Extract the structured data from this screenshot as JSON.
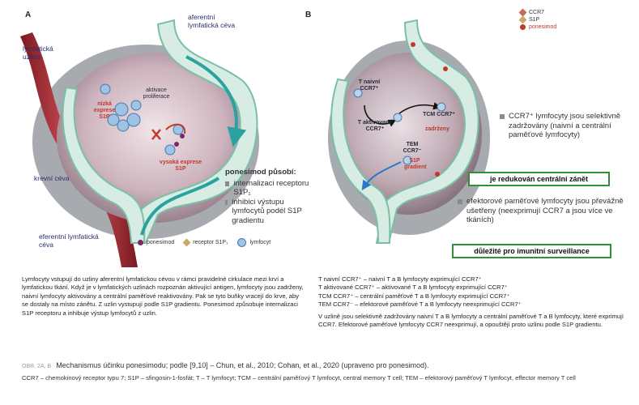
{
  "panel_a": {
    "letter": "A",
    "labels": {
      "afferent": "aferentní lymfatická céva",
      "node": "lymfatická uzlina",
      "low_expression": "nízká exprese S1P",
      "activation": "aktivace proliferace",
      "high_expression": "vysoká exprese S1P",
      "blood_vessel": "krevní céva",
      "efferent": "eferentní lymfatická céva"
    },
    "ponesimod_box": {
      "title": "ponesimod působí:",
      "items": [
        "internalizaci receptoru S1P₁",
        "inhibici výstupu lymfocytů podél S1P gradientu"
      ]
    },
    "legend": [
      "ponesimod",
      "receptor S1P₁",
      "lymfocyt"
    ]
  },
  "panel_b": {
    "letter": "B",
    "legend": [
      {
        "label": "CCR7",
        "color": "#333333"
      },
      {
        "label": "S1P",
        "color": "#333333"
      },
      {
        "label": "ponesimod",
        "color": "#c0392b"
      }
    ],
    "labels": {
      "t_naive": "T naivní CCR7⁺",
      "t_activated": "T aktivované CCR7⁺",
      "tcm": "TCM CCR7⁺",
      "retained": "zadrženy",
      "tem": "TEM CCR7⁻",
      "s1p_gradient": "S1P gradient"
    },
    "bullet1": "CCR7⁺ lymfocyty jsou selektivně zadržovány (naivní a centrální paměťové lymfocyty)",
    "highlight1": "je redukován centrální zánět",
    "bullet2": "efektorové paměťové lymfocyty jsou převážně ušetřeny (neexprimují CCR7 a jsou více ve tkáních)",
    "highlight2": "důležité pro imunitní surveillance"
  },
  "description_left": "Lymfocyty vstupují do uzliny aferentní lymfatickou cévou v rámci pravidelné cirkulace mezi krví a lymfatickou tkání. Když je v lymfatických uzlinách rozpoznán aktivující antigen, lymfocyty jsou zadrženy, naivní lymfocyty aktivovány a centrální paměťové reaktivovány. Pak se tyto buňky vracejí do krve, aby se dostaly na místo zánětu. Z uzlin vystupují podle S1P gradientu. Ponesimod způsobuje internalizaci S1P receptoru a inhibuje výstup lymfocytů z uzlin.",
  "abbreviations_right": [
    "T naivní CCR7⁺ – naivní T a B lymfocyty exprimující CCR7⁺",
    "T aktivované CCR7⁺ – aktivované T a B lymfocyty exprimující CCR7⁺",
    "TCM CCR7⁺ – centrální paměťové T a B lymfocyty exprimující CCR7⁺",
    "TEM CCR7⁻ – efektorové paměťové T a B lymfocyty neexprimující CCR7⁺"
  ],
  "description_right": "V uzlině jsou selektivně zadržovány naivní T a B lymfocyty a centrální paměťové T a B lymfocyty, které exprimují CCR7. Efektorové paměťové lymfocyty CCR7 neexprimují, a opouštějí proto uzlinu podle S1P gradientu.",
  "caption": {
    "figure_id": "OBR. 2A, B",
    "text": "Mechanismus účinku ponesimodu; podle [9,10] – Chun, et al., 2010; Cohan, et al., 2020 (upraveno pro ponesimod)."
  },
  "footnote": "CCR7 – chemokinový receptor typu 7; S1P – sfingosin-1-fosfát; T – T lymfocyt; TCM – centrální paměťový T lymfocyt, central memory T cell; TEM – efektorový paměťový T lymfocyt, effector memory T cell",
  "colors": {
    "navy": "#2b2d6b",
    "red": "#c0392b",
    "green_box": "#2f8f3b",
    "lymph_fill": "#d7ece3",
    "flow_arrow": "#2aa3a0"
  }
}
